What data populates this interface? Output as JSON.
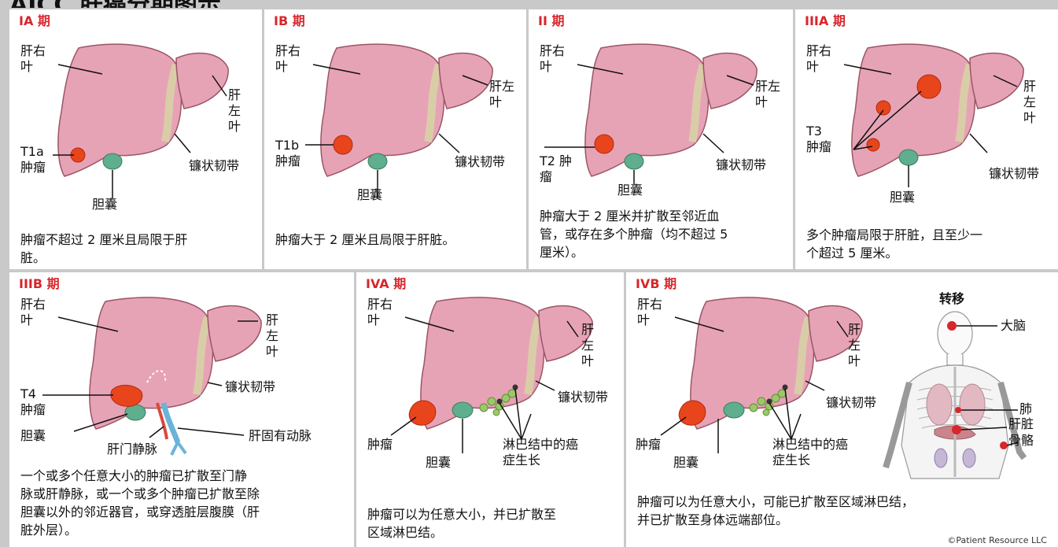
{
  "title": "AJCC 肝癌分期图示",
  "panels": {
    "ia": {
      "stage": "IA 期",
      "right_lobe": "肝右\n叶",
      "left_lobe": "肝\n左\n叶",
      "tumor": "T1a\n肿瘤",
      "ligament": "镰状韧带",
      "gallbladder": "胆囊",
      "description": "肿瘤不超过 2 厘米且局限于肝\n脏。"
    },
    "ib": {
      "stage": "IB 期",
      "right_lobe": "肝右\n叶",
      "left_lobe": "肝左\n叶",
      "tumor": "T1b\n肿瘤",
      "ligament": "镰状韧带",
      "gallbladder": "胆囊",
      "description": "肿瘤大于 2 厘米且局限于肝脏。"
    },
    "ii": {
      "stage": "II 期",
      "right_lobe": "肝右\n叶",
      "left_lobe": "肝左\n叶",
      "tumor": "T2 肿\n瘤",
      "ligament": "镰状韧带",
      "gallbladder": "胆囊",
      "description": "肿瘤大于 2 厘米并扩散至邻近血\n管，或存在多个肿瘤（均不超过 5\n厘米）。"
    },
    "iiia": {
      "stage": "IIIA 期",
      "right_lobe": "肝右\n叶",
      "left_lobe": "肝\n左\n叶",
      "tumor": "T3\n肿瘤",
      "ligament": "镰状韧带",
      "gallbladder": "胆囊",
      "description": "多个肿瘤局限于肝脏，且至少一\n个超过 5 厘米。"
    },
    "iiib": {
      "stage": "IIIB 期",
      "right_lobe": "肝右\n叶",
      "left_lobe": "肝\n左\n叶",
      "tumor": "T4\n肿瘤",
      "ligament": "镰状韧带",
      "gallbladder": "胆囊",
      "portal_vein": "肝门静脉",
      "hepatic_artery": "肝固有动脉",
      "description": "一个或多个任意大小的肿瘤已扩散至门静\n脉或肝静脉，或一个或多个肿瘤已扩散至除\n胆囊以外的邻近器官，或穿透脏层腹膜（肝\n脏外层）。"
    },
    "iva": {
      "stage": "IVA 期",
      "right_lobe": "肝右\n叶",
      "left_lobe": "肝\n左\n叶",
      "tumor": "肿瘤",
      "ligament": "镰状韧带",
      "gallbladder": "胆囊",
      "lymph": "淋巴结中的癌\n症生长",
      "description": "肿瘤可以为任意大小，并已扩散至\n区域淋巴结。"
    },
    "ivb": {
      "stage": "IVB 期",
      "right_lobe": "肝右\n叶",
      "left_lobe": "肝\n左\n叶",
      "tumor": "肿瘤",
      "ligament": "镰状韧带",
      "gallbladder": "胆囊",
      "lymph": "淋巴结中的癌\n症生长",
      "metastasis": "转移",
      "brain": "大脑",
      "lung": "肺",
      "liver": "肝脏",
      "bone": "骨骼",
      "description": "肿瘤可以为任意大小，可能已扩散至区域淋巴结，\n并已扩散至身体远端部位。"
    }
  },
  "copyright": "©Patient Resource LLC",
  "colors": {
    "stage_red": "#d8262b",
    "liver_pink": "#e7a3b6",
    "liver_edge": "#9a5565",
    "tumor": "#e8451c",
    "gallbladder": "#5fae8e",
    "ligament": "#d9cda8",
    "lymph_node": "#9cc86a",
    "vein_blue": "#6bb3d8",
    "background": "#c9c9c9"
  }
}
